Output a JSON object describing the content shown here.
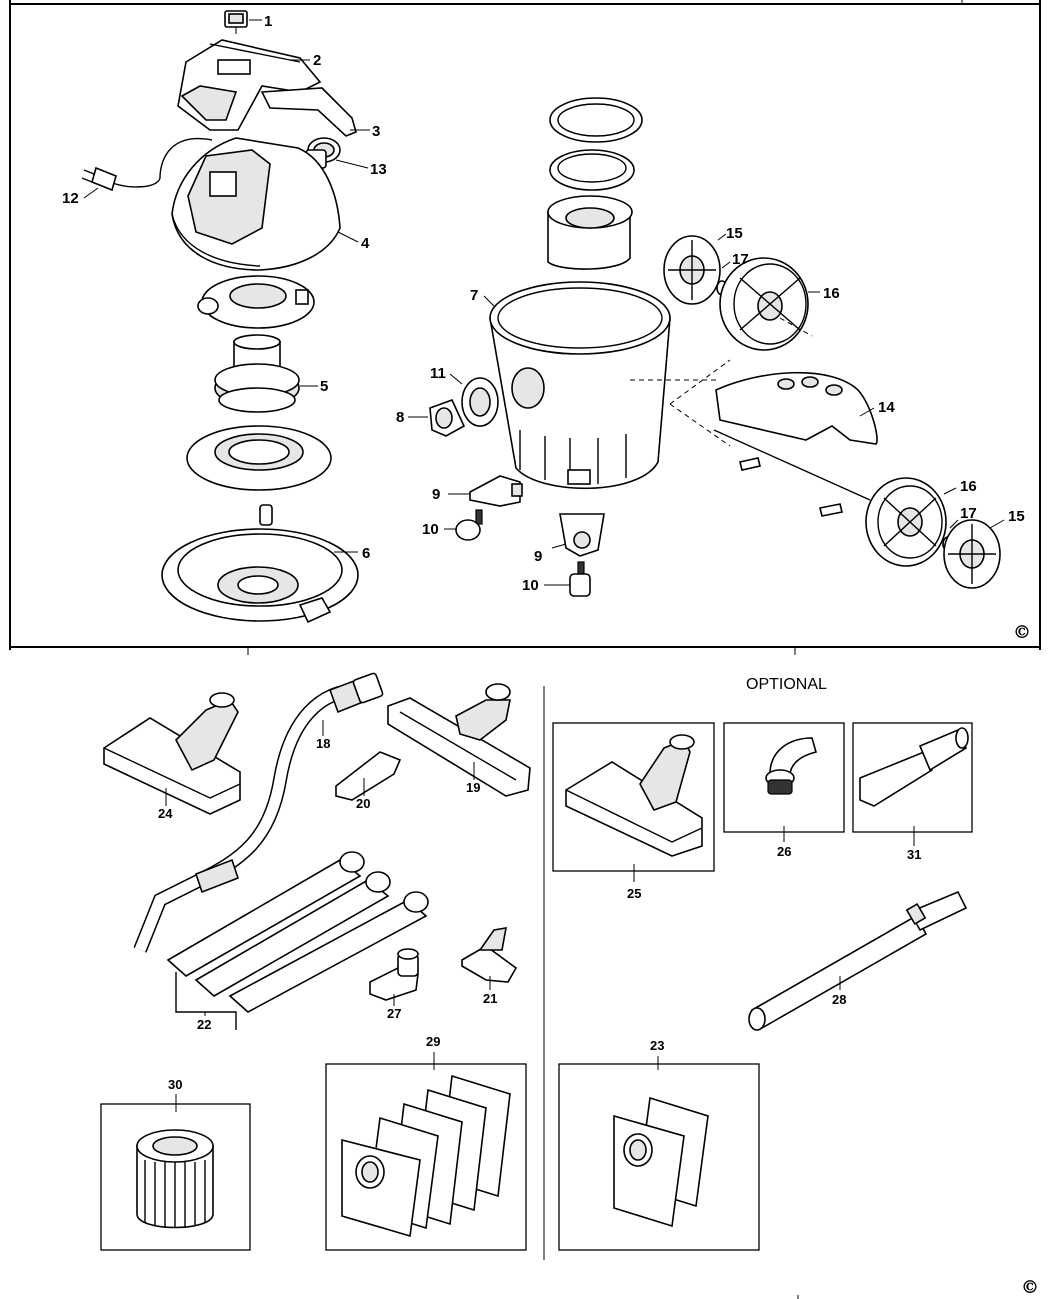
{
  "diagram": {
    "optional_heading": "OPTIONAL",
    "copyright_symbol": "©",
    "part_labels": {
      "p1": "1",
      "p2": "2",
      "p3": "3",
      "p4": "4",
      "p5": "5",
      "p6": "6",
      "p7": "7",
      "p8": "8",
      "p9a": "9",
      "p9b": "9",
      "p10a": "10",
      "p10b": "10",
      "p11": "11",
      "p12": "12",
      "p13": "13",
      "p14": "14",
      "p15a": "15",
      "p15b": "15",
      "p16a": "16",
      "p16b": "16",
      "p17a": "17",
      "p17b": "17",
      "p18": "18",
      "p19": "19",
      "p20": "20",
      "p21": "21",
      "p22": "22",
      "p23": "23",
      "p24": "24",
      "p25": "25",
      "p26": "26",
      "p27": "27",
      "p28": "28",
      "p29": "29",
      "p30": "30",
      "p31": "31"
    }
  }
}
